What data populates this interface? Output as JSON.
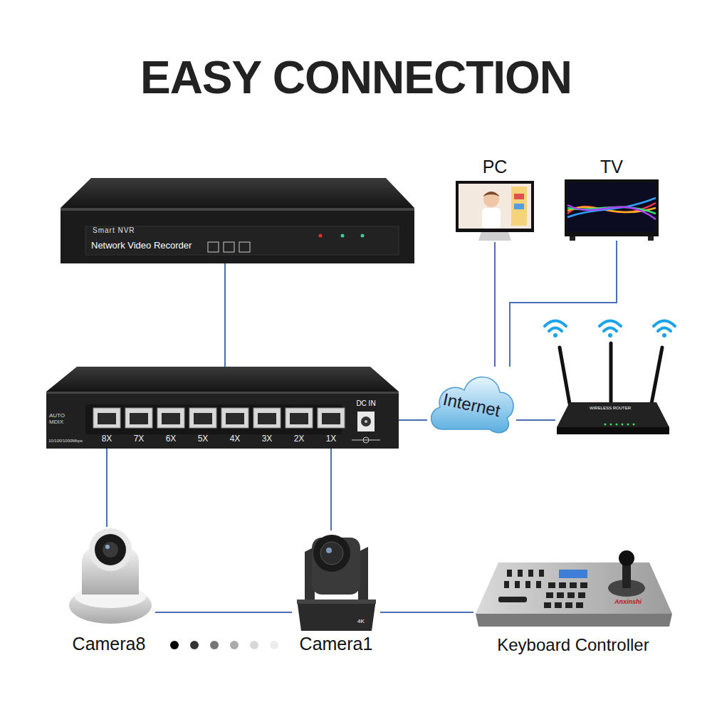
{
  "diagram": {
    "title": "EASY CONNECTION",
    "nodes": [
      {
        "text": [
          "Smart NVR",
          "Network Video Recorder"
        ]
      },
      {
        "text": [
          "PC"
        ]
      },
      {
        "text": [
          "TV"
        ]
      },
      {
        "text": [
          "AUTO MDIX",
          "10/100/1000Mbps",
          "8X",
          "7X",
          "6X",
          "5X",
          "4X",
          "3X",
          "2X",
          "1X",
          "DC IN"
        ]
      },
      {
        "text": [
          "Internet"
        ]
      },
      {
        "text": [
          "WIRELESS ROUTER"
        ]
      },
      {
        "text": [
          "Camera8"
        ]
      },
      {
        "text": [
          "Camera1",
          "4K"
        ]
      },
      {
        "text": [
          "Keyboard Controller",
          "Anxinshi"
        ]
      }
    ],
    "edges": [
      {
        "from": 0,
        "to": 3,
        "arrow": "none"
      },
      {
        "from": 3,
        "to": 4,
        "arrow": "none"
      },
      {
        "from": 4,
        "to": 1,
        "arrow": "none"
      },
      {
        "from": 4,
        "to": 2,
        "arrow": "none"
      },
      {
        "from": 4,
        "to": 5,
        "arrow": "none"
      },
      {
        "from": 3,
        "to": 6,
        "arrow": "none"
      },
      {
        "from": 3,
        "to": 7,
        "arrow": "none"
      },
      {
        "from": 6,
        "to": 7,
        "arrow": "none"
      },
      {
        "from": 7,
        "to": 8,
        "arrow": "none"
      }
    ]
  }
}
